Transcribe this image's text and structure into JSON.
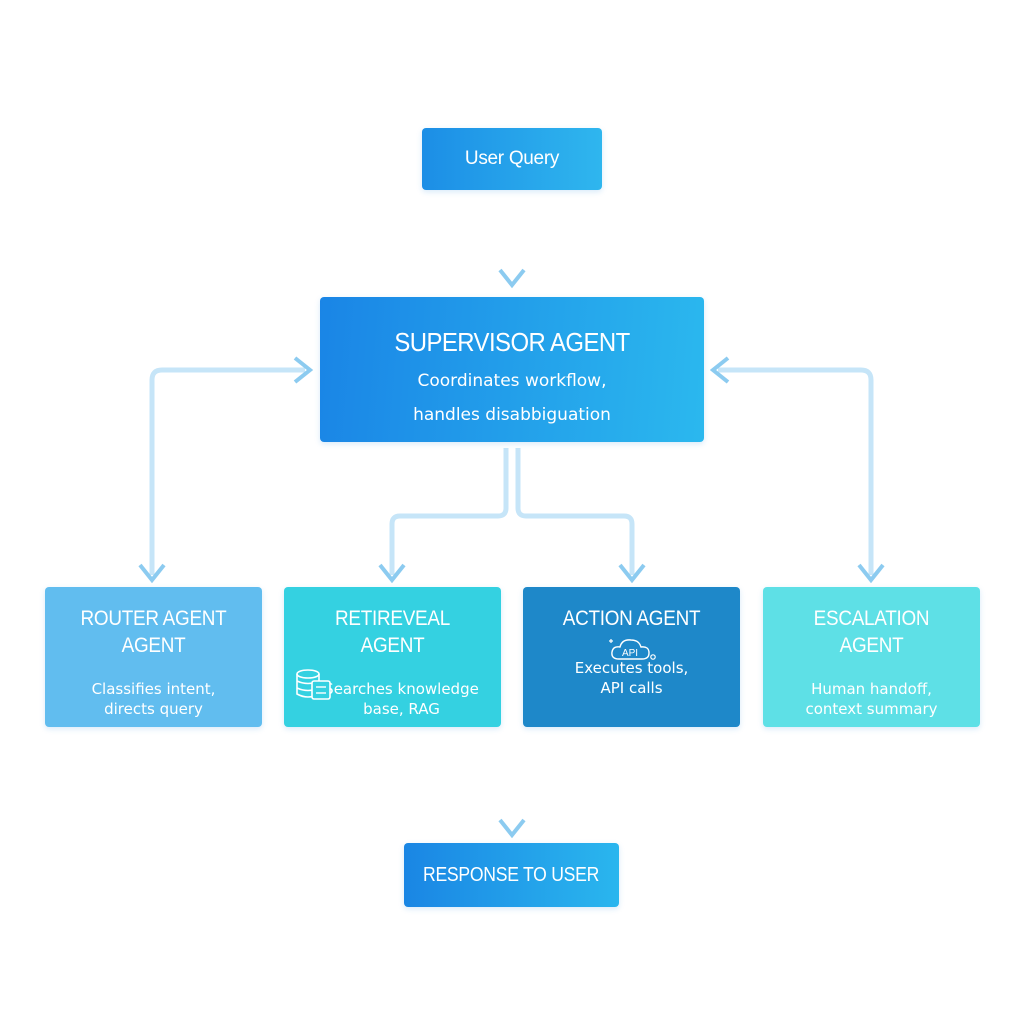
{
  "nodes": {
    "user_query": {
      "title": "User Query"
    },
    "supervisor": {
      "title": "SUPERVISOR AGENT",
      "desc_line1": "Coordinates workflow,",
      "desc_line2": "handles disabbiguation"
    },
    "router": {
      "title_line1": "ROUTER AGENT",
      "title_line2": "AGENT",
      "desc_line1": "Classifies intent,",
      "desc_line2": "directs query"
    },
    "retrieval": {
      "title_line1": "RETIREVEAL",
      "title_line2": "AGENT",
      "desc_line1": "Searches knowledge",
      "desc_line2": "base, RAG",
      "icon": "database-icon"
    },
    "action": {
      "title_line1": "ACTION AGENT",
      "desc_line1": "Executes tools,",
      "desc_line2": "API calls",
      "icon_label": "API",
      "icon": "cloud-api-icon"
    },
    "escalation": {
      "title_line1": "ESCALATION",
      "title_line2": "AGENT",
      "desc_line1": "Human handoff,",
      "desc_line2": "context summary"
    },
    "response": {
      "title": "RESPONSE TO USER"
    }
  },
  "colors": {
    "connector": "#a9d8f3",
    "connector_dark": "#7cc4ee",
    "router": "#61bdef",
    "retrieval": "#34d1e1",
    "action": "#1e88c9",
    "escalation": "#5ee0e6"
  }
}
